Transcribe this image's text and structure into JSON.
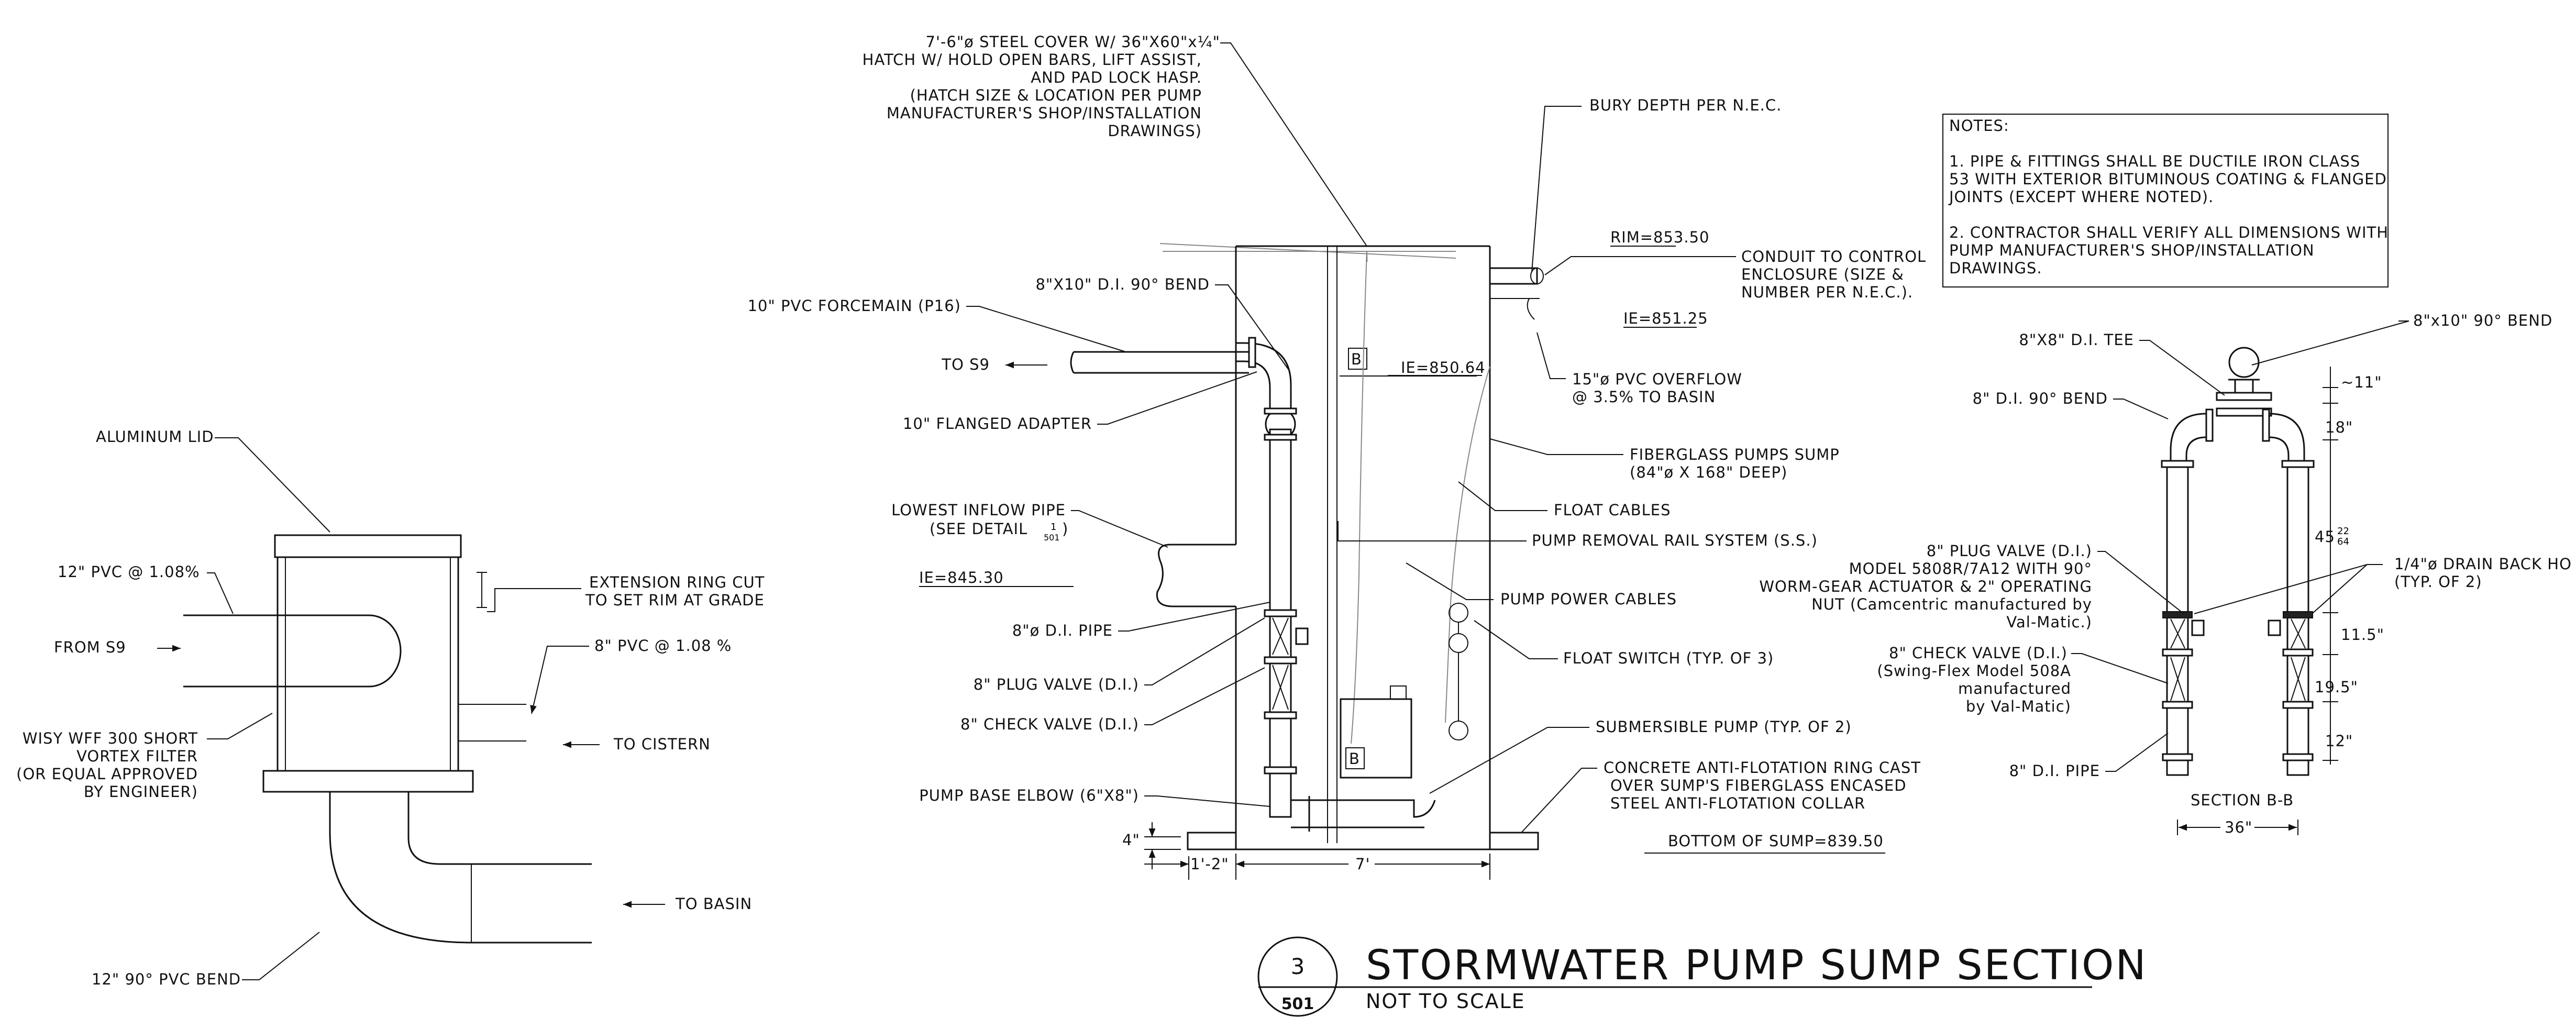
{
  "title": {
    "number": "3",
    "sheet": "501",
    "main": "STORMWATER PUMP SUMP SECTION",
    "sub": "NOT TO SCALE"
  },
  "notes": {
    "heading": "NOTES:",
    "n1_l1": "1. PIPE & FITTINGS SHALL BE DUCTILE IRON CLASS",
    "n1_l2": "53 WITH EXTERIOR BITUMINOUS COATING & FLANGED",
    "n1_l3": "JOINTS (EXCEPT WHERE NOTED).",
    "n2_l1": "2. CONTRACTOR SHALL VERIFY ALL DIMENSIONS WITH",
    "n2_l2": "PUMP MANUFACTURER'S SHOP/INSTALLATION",
    "n2_l3": "DRAWINGS."
  },
  "filter_detail": {
    "aluminum_lid": "ALUMINUM LID",
    "pvc12": "12\" PVC @ 1.08%",
    "from_s9": "FROM S9",
    "ext_l1": "EXTENSION RING CUT",
    "ext_l2": "TO SET RIM AT GRADE",
    "pvc8": "8\" PVC @ 1.08 %",
    "wisy_l1": "WISY WFF 300 SHORT",
    "wisy_l2": "VORTEX FILTER",
    "wisy_l3": "(OR EQUAL APPROVED",
    "wisy_l4": "BY ENGINEER)",
    "to_cistern": "TO CISTERN",
    "to_basin": "TO BASIN",
    "bend12": "12\" 90° PVC BEND"
  },
  "sump_section": {
    "cover_l1": "7'-6\"ø STEEL COVER W/ 36\"X60\"x¼\"",
    "cover_l2": "HATCH W/ HOLD OPEN BARS, LIFT ASSIST,",
    "cover_l3": "AND PAD LOCK HASP.",
    "cover_l4": "(HATCH SIZE & LOCATION PER PUMP",
    "cover_l5": "MANUFACTURER'S SHOP/INSTALLATION",
    "cover_l6": "DRAWINGS)",
    "bury": "BURY DEPTH PER N.E.C.",
    "rim": "RIM=853.50",
    "conduit_l1": "CONDUIT TO CONTROL",
    "conduit_l2": "ENCLOSURE (SIZE &",
    "conduit_l3": "NUMBER PER N.E.C.).",
    "ie_overflow": "IE=851.25",
    "overflow_l1": "15\"ø PVC OVERFLOW",
    "overflow_l2": "@ 3.5% TO BASIN",
    "sump_l1": "FIBERGLASS PUMPS SUMP",
    "sump_l2": "(84\"ø X 168\" DEEP)",
    "float_cables": "FLOAT CABLES",
    "rail": "PUMP REMOVAL RAIL SYSTEM (S.S.)",
    "power_cables": "PUMP POWER CABLES",
    "float_switch": "FLOAT SWITCH (TYP. OF 3)",
    "sub_pump": "SUBMERSIBLE PUMP (TYP. OF 2)",
    "ring_l1": "CONCRETE ANTI-FLOTATION RING CAST",
    "ring_l2": "OVER SUMP'S FIBERGLASS ENCASED",
    "ring_l3": "STEEL ANTI-FLOTATION COLLAR",
    "bottom": "BOTTOM OF SUMP=839.50",
    "bend8x10": "8\"X10\" D.I. 90° BEND",
    "forcemain": "10\" PVC FORCEMAIN (P16)",
    "to_s9": "TO S9",
    "ie_inner": "IE=850.64",
    "flanged": "10\" FLANGED ADAPTER",
    "lowest_l1": "LOWEST INFLOW PIPE",
    "lowest_l2": "(SEE DETAIL",
    "lowest_num": "1",
    "lowest_den": "501",
    "ie_inflow": "IE=845.30",
    "di_pipe": "8\"ø D.I. PIPE",
    "plug": "8\" PLUG VALVE (D.I.)",
    "check": "8\" CHECK VALVE (D.I.)",
    "base_elbow": "PUMP BASE ELBOW (6\"X8\")",
    "dim_4": "4\"",
    "dim_1_2": "1'-2\"",
    "dim_7": "7'",
    "mark_b": "B"
  },
  "section_bb": {
    "tee": "8\"X8\" D.I. TEE",
    "bend_top": "8\"x10\" 90° BEND",
    "bend90": "8\" D.I. 90° BEND",
    "dim_11": "~11\"",
    "dim_18": "18\"",
    "dim_45": "45",
    "dim_45_num": "22",
    "dim_45_den": "64",
    "plug_l1": "8\" PLUG VALVE (D.I.)",
    "plug_l2": "MODEL 5808R/7A12 WITH 90°",
    "plug_l3": "WORM-GEAR ACTUATOR & 2\" OPERATING",
    "plug_l4": "NUT (Camcentric manufactured by",
    "plug_l5": "Val-Matic.)",
    "drain_l1": "1/4\"ø DRAIN BACK HO",
    "drain_l2": "(TYP. OF 2)",
    "dim_115": "11.5\"",
    "check_l1": "8\" CHECK VALVE (D.I.)",
    "check_l2": "(Swing-Flex Model 508A",
    "check_l3": "manufactured",
    "check_l4": "by Val-Matic)",
    "dim_195": "19.5\"",
    "dim_12": "12\"",
    "di_pipe": "8\" D.I. PIPE",
    "label": "SECTION B-B",
    "dim_36": "36\""
  }
}
